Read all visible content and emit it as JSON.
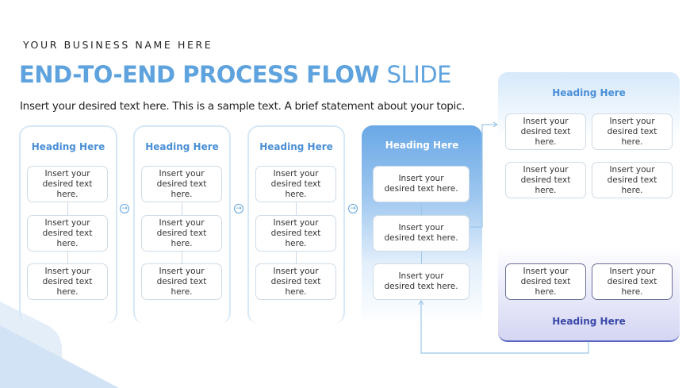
{
  "business": "YOUR BUSINESS NAME HERE",
  "title_bold": "END-TO-END PROCESS FLOW",
  "title_light": "SLIDE",
  "subtitle": "Insert your desired text here. This is a sample text. A brief statement about your topic.",
  "columns": [
    {
      "heading": "Heading Here",
      "items": [
        "Insert your desired text here.",
        "Insert your desired text here.",
        "Insert your desired text here."
      ]
    },
    {
      "heading": "Heading Here",
      "items": [
        "Insert your desired text here.",
        "Insert your desired text here.",
        "Insert your desired text here."
      ]
    },
    {
      "heading": "Heading Here",
      "items": [
        "Insert your desired text here.",
        "Insert your desired text here.",
        "Insert your desired text here."
      ]
    },
    {
      "heading": "Heading Here",
      "items": [
        "Insert your desired text here.",
        "Insert your desired text here.",
        "Insert your desired text here."
      ]
    }
  ],
  "panel": {
    "top_heading": "Heading Here",
    "bottom_heading": "Heading Here",
    "items": [
      "Insert your desired text here.",
      "Insert your desired text here.",
      "Insert your desired text here.",
      "Insert your desired text here.",
      "Insert your desired text here.",
      "Insert your desired text here."
    ]
  },
  "arrow_glyph": "→"
}
